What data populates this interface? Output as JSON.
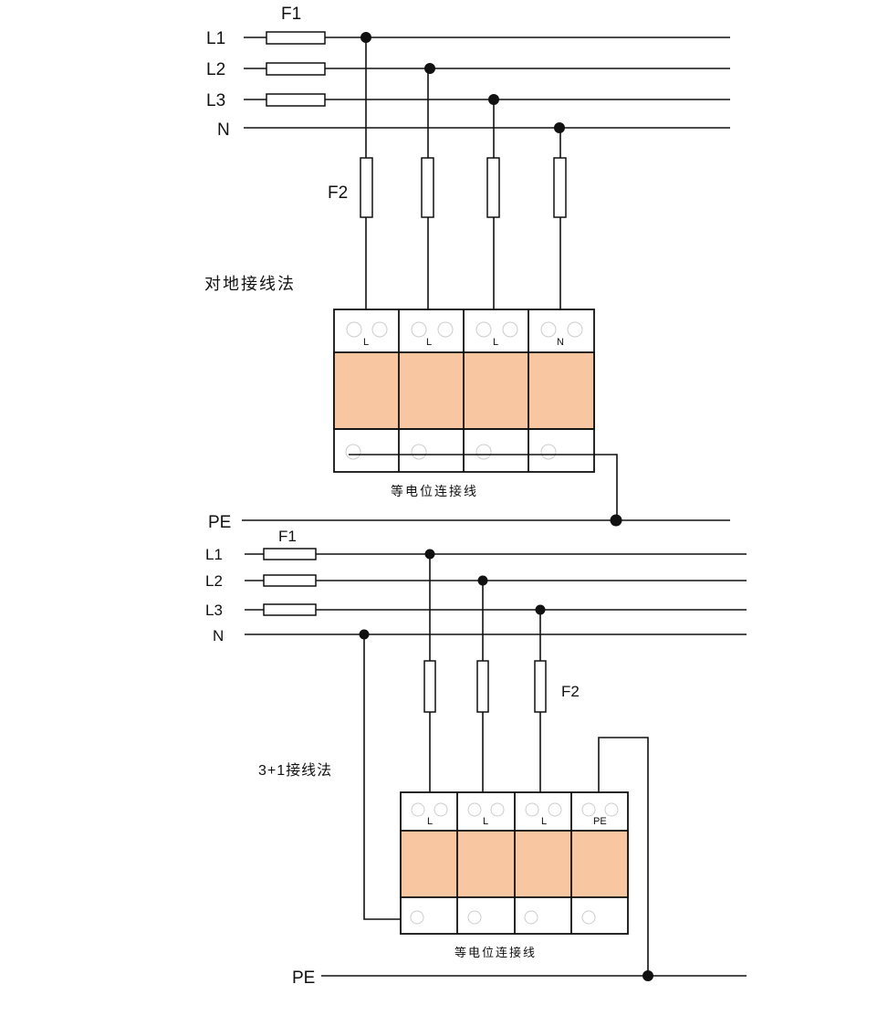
{
  "colors": {
    "module_fill": "#f8c6a0",
    "wire": "#111111"
  },
  "top_diagram": {
    "lines": [
      "L1",
      "L2",
      "L3",
      "N",
      "PE"
    ],
    "fuse1_label": "F1",
    "fuse2_label": "F2",
    "method_label": "对地接线法",
    "terminals": [
      "L",
      "L",
      "L",
      "N"
    ],
    "bond_label": "等电位连接线"
  },
  "bottom_diagram": {
    "lines": [
      "L1",
      "L2",
      "L3",
      "N",
      "PE"
    ],
    "fuse1_label": "F1",
    "fuse2_label": "F2",
    "method_label": "3+1接线法",
    "terminals": [
      "L",
      "L",
      "L",
      "PE"
    ],
    "bond_label": "等电位连接线"
  }
}
